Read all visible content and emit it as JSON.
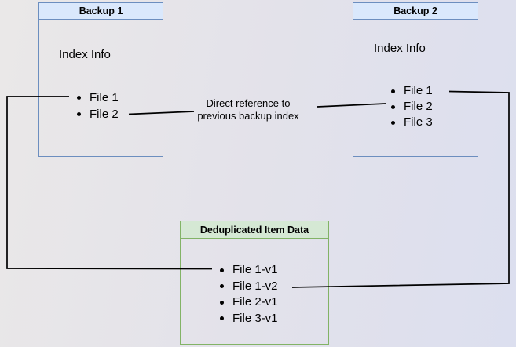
{
  "backup1": {
    "title": "Backup 1",
    "subtitle": "Index Info",
    "files": [
      "File 1",
      "File 2"
    ]
  },
  "backup2": {
    "title": "Backup 2",
    "subtitle": "Index Info",
    "files": [
      "File 1",
      "File 2",
      "File 3"
    ]
  },
  "dedup": {
    "title": "Deduplicated Item Data",
    "files": [
      "File 1-v1",
      "File 1-v2",
      "File 2-v1",
      "File 3-v1"
    ]
  },
  "annotations": {
    "direct_reference": "Direct reference to previous backup index"
  },
  "colors": {
    "blue_fill": "#dae8fc",
    "blue_border": "#6c8ebf",
    "green_fill": "#d5e8d4",
    "green_border": "#82b366",
    "arrow": "#000000"
  }
}
